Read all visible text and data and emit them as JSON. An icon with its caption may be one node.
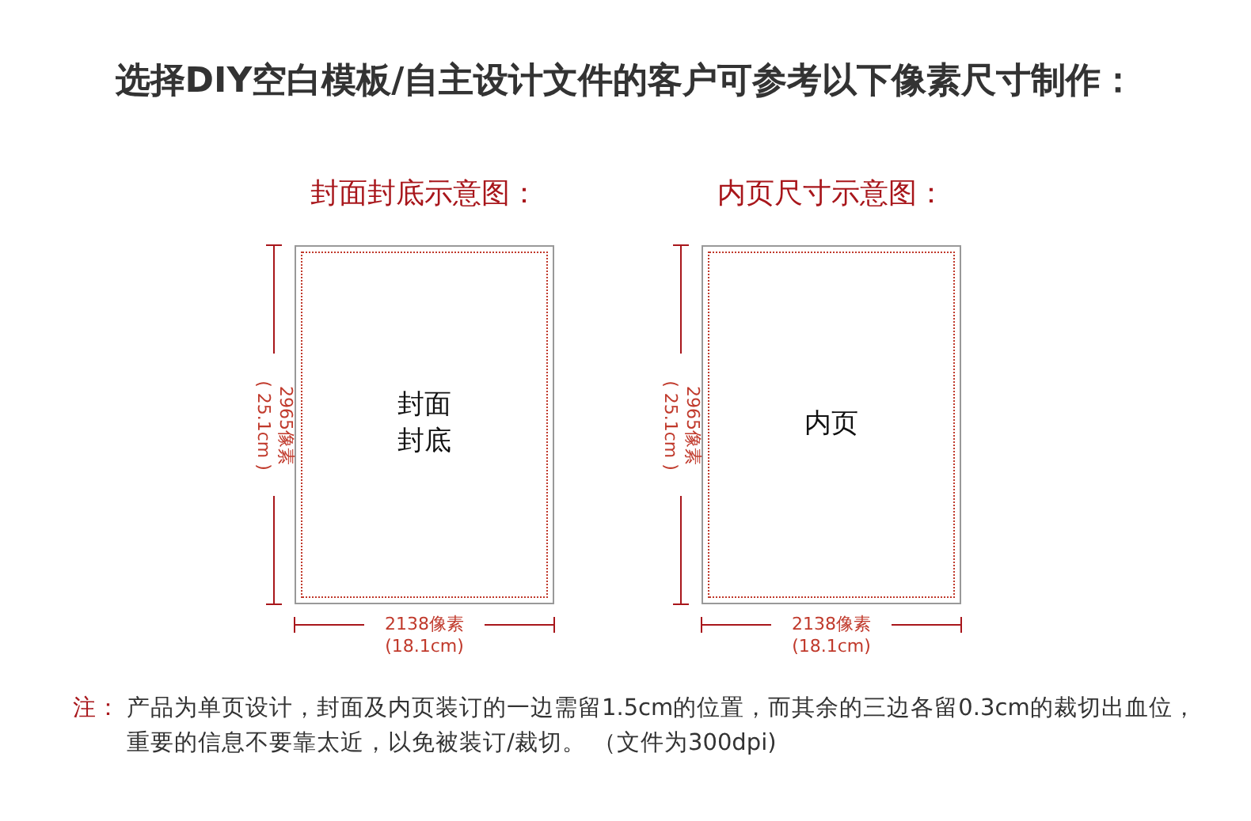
{
  "diagram": {
    "title": "选择DIY空白模板/自主设计文件的客户可参考以下像素尺寸制作：",
    "nodes": [
      {
        "text": [
          "封面封底示意图：",
          "封面封底"
        ]
      },
      {
        "text": [
          "内页尺寸示意图：",
          "内页"
        ]
      }
    ],
    "labels": [
      "2965像素",
      "( 25.1cm )",
      "2138像素",
      "(18.1cm)",
      "2965像素",
      "( 25.1cm )",
      "2138像素",
      "(18.1cm)",
      "注：",
      "产品为单页设计，封面及内页装订的一边需留1.5cm的位置，而其余的三边各留0.3cm的裁切出血位，重要的信息不要靠太近，以免被装订/裁切。 （文件为300dpi)"
    ]
  }
}
